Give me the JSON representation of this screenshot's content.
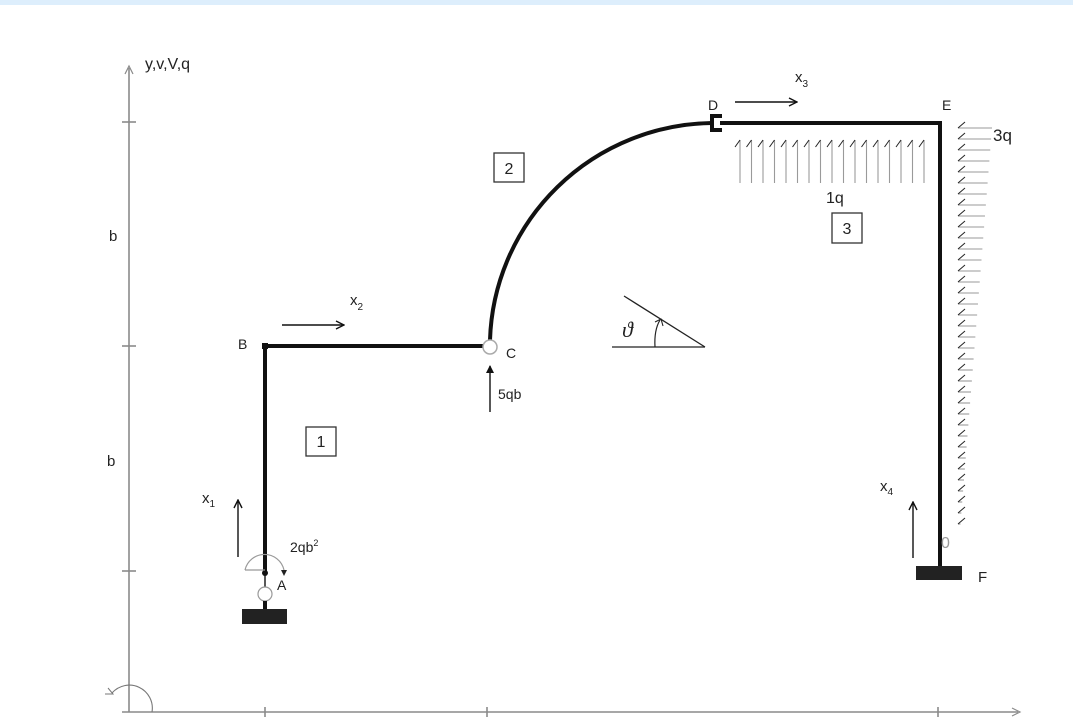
{
  "axes": {
    "vertical_label": "y,v,V,q",
    "dimension_labels": [
      "b",
      "b"
    ]
  },
  "nodes": {
    "A": "A",
    "B": "B",
    "C": "C",
    "D": "D",
    "E": "E",
    "F": "F"
  },
  "members": [
    {
      "id": "1",
      "coord": "x",
      "sub": "1"
    },
    {
      "id": "2",
      "coord": "x",
      "sub": "2"
    },
    {
      "id": "3",
      "coord": "x",
      "sub": "3"
    },
    {
      "id": "",
      "coord": "x",
      "sub": "4"
    }
  ],
  "loads": {
    "moment_A": "2qb",
    "moment_A_exp": "2",
    "force_C": "5qb",
    "distributed_DE": "1q",
    "distributed_EF_top": "3q",
    "distributed_EF_bottom": "0"
  },
  "angle_symbol": "ϑ",
  "colors": {
    "top_bar": "#ddeefc",
    "structure": "#111111",
    "axis": "#8a8a8a",
    "load_lines": "#9a9a9a"
  }
}
